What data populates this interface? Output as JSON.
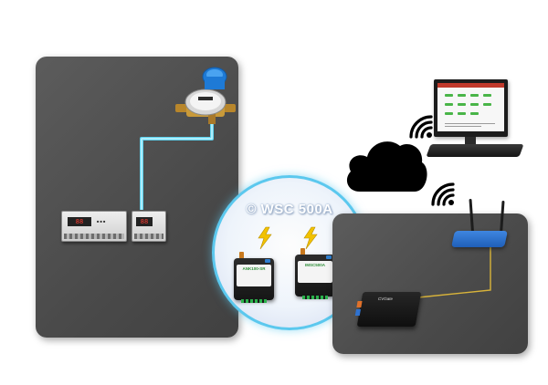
{
  "badge": {
    "title": "© WSC 500A"
  },
  "devices": {
    "gateway_left_label": "ANK100-SR",
    "gateway_right_label": "IMSC500A",
    "cloud_gateway_label": "CVGate",
    "din_display_left": "88",
    "din_display_right": "88"
  },
  "colors": {
    "panel": "#4e4e4e",
    "water_line": "#5fe0ff",
    "ethernet_line": "#d9b43a",
    "badge_border": "#5bc8ee",
    "router": "#2f72d0",
    "cloud": "#000000",
    "meter_cap": "#1e7ad6"
  },
  "icons": {
    "cloud": "cloud-icon",
    "wifi_left": "wifi-icon",
    "wifi_right": "wifi-icon",
    "lightning": "lightning-icon"
  }
}
